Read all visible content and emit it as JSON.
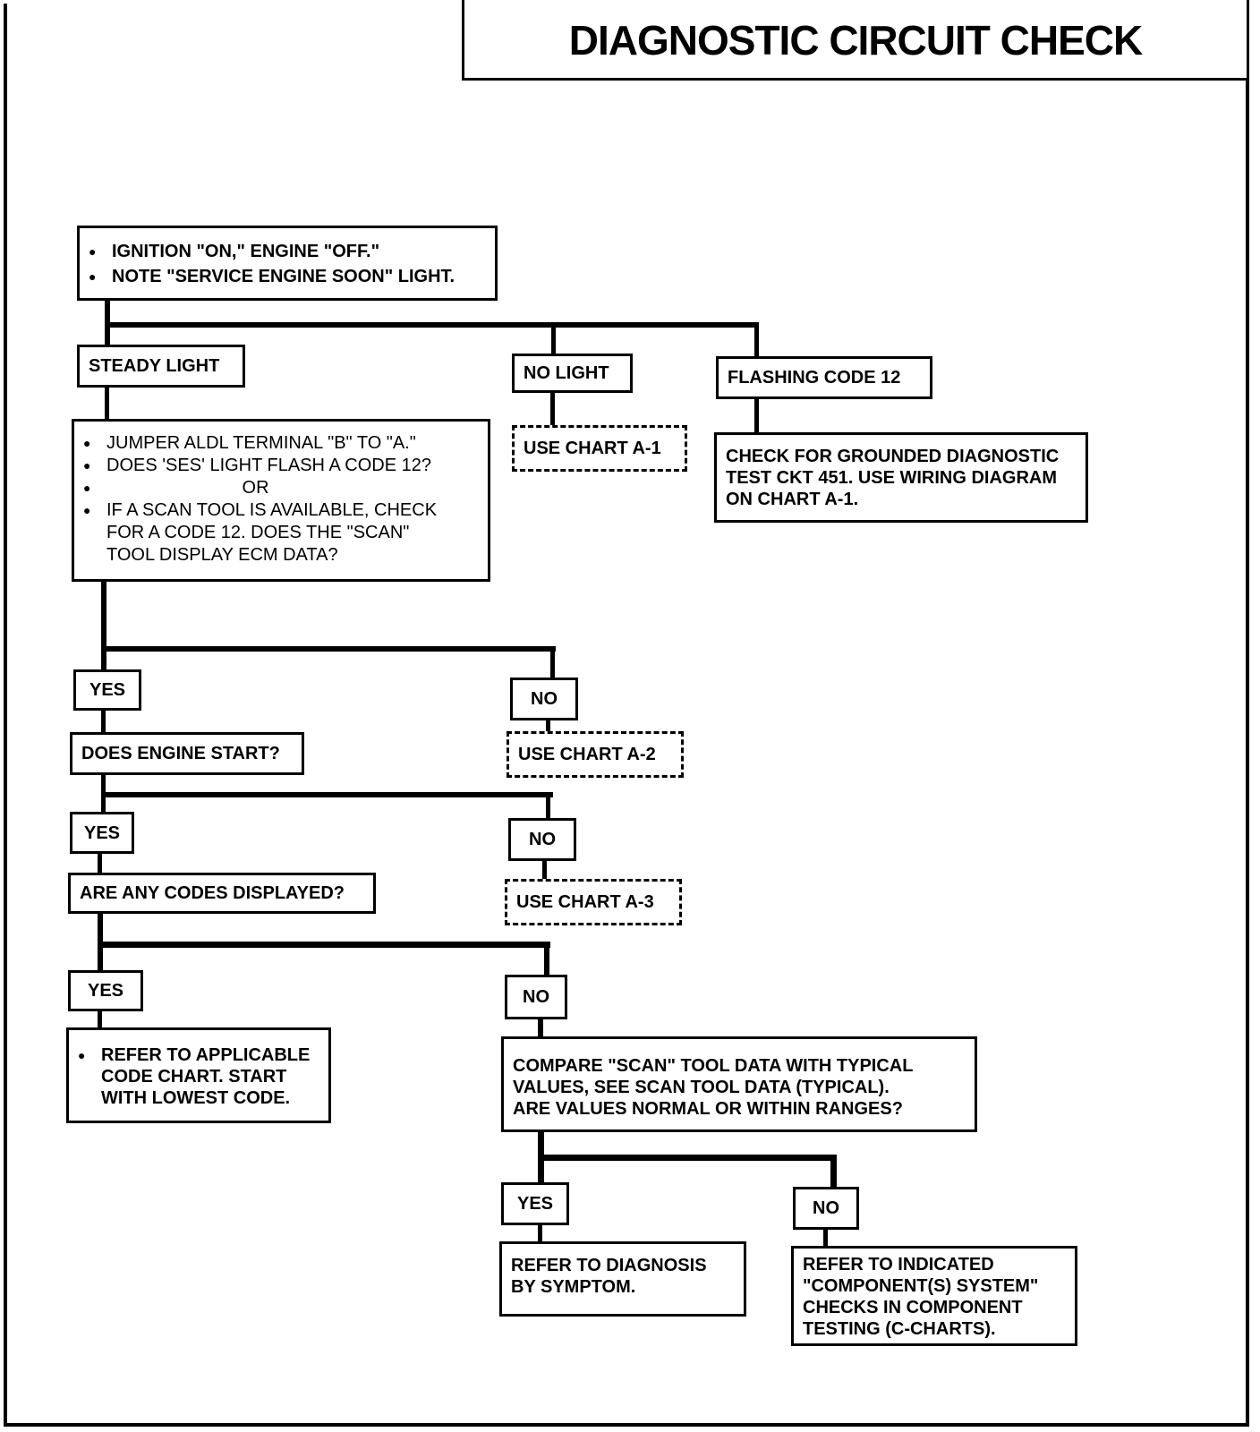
{
  "title": "DIAGNOSTIC CIRCUIT CHECK",
  "start": {
    "bullets": [
      "IGNITION \"ON,\" ENGINE \"OFF.\"",
      "NOTE \"SERVICE ENGINE SOON\" LIGHT."
    ]
  },
  "steady_light": "STEADY LIGHT",
  "no_light": "NO LIGHT",
  "flashing_code": "FLASHING CODE 12",
  "use_chart_a1": "USE CHART A-1",
  "check_grounded": [
    "CHECK FOR GROUNDED DIAGNOSTIC",
    "TEST CKT 451.  USE WIRING DIAGRAM",
    "ON CHART A-1."
  ],
  "jumper": {
    "b1": "JUMPER ALDL TERMINAL \"B\" TO \"A.\"",
    "b2": "DOES 'SES' LIGHT FLASH A CODE 12?",
    "or": "OR",
    "b3_line1": "IF A SCAN TOOL IS AVAILABLE, CHECK",
    "b3_line2": "FOR A CODE 12.  DOES THE \"SCAN\"",
    "b3_line3": "TOOL DISPLAY ECM DATA?"
  },
  "yes": "YES",
  "no": "NO",
  "does_engine_start": "DOES ENGINE START?",
  "use_chart_a2": "USE CHART A-2",
  "any_codes": "ARE ANY CODES DISPLAYED?",
  "use_chart_a3": "USE CHART A-3",
  "refer_code_chart": [
    "REFER TO APPLICABLE",
    "CODE CHART.  START",
    "WITH LOWEST CODE."
  ],
  "compare": [
    "COMPARE \"SCAN\" TOOL DATA WITH TYPICAL",
    "VALUES, SEE SCAN TOOL DATA (TYPICAL).",
    "ARE VALUES NORMAL OR WITHIN RANGES?"
  ],
  "refer_symptom": [
    "REFER TO DIAGNOSIS",
    "BY SYMPTOM."
  ],
  "refer_component": [
    "REFER TO INDICATED",
    "\"COMPONENT(S) SYSTEM\"",
    "CHECKS IN COMPONENT",
    "TESTING  (C-CHARTS)."
  ]
}
